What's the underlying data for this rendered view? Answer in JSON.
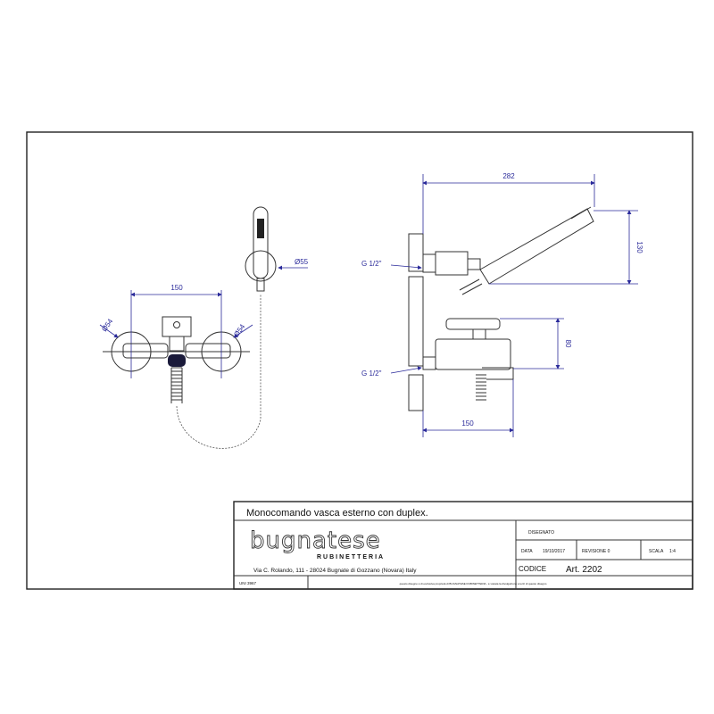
{
  "title_block": {
    "product_title": "Monocomando vasca esterno con duplex.",
    "brand": "bugnatese",
    "brand_sub": "RUBINETTERIA",
    "address": "Via C. Rolando, 111 - 28024 Bugnate di Gozzano (Novara) Italy",
    "disegnato_label": "DISEGNATO",
    "data_label": "DATA",
    "data_value": "19/10/2017",
    "revisione_label": "REVISIONE 0",
    "scala_label": "SCALA",
    "scala_value": "1:4",
    "codice_label": "CODICE",
    "codice_value": "Art. 2202",
    "footer_left": "UNI 3967",
    "footer_note": "questo disegno è di esclusiva proprietà di BUGNATESE RUBINETTERIA - è vietata la divulgazione a terzi di questo disegno"
  },
  "dimensions": {
    "front_width": "150",
    "front_left_diameter": "Ø54",
    "front_right_diameter": "Ø54",
    "holder_diameter": "Ø55",
    "side_total_length": "282",
    "side_shower_height": "130",
    "side_mixer_height": "80",
    "side_mixer_length": "150",
    "thread_upper": "G 1/2\"",
    "thread_lower": "G 1/2\""
  },
  "colors": {
    "dimension": "#2a2a9a",
    "line": "#333333"
  }
}
